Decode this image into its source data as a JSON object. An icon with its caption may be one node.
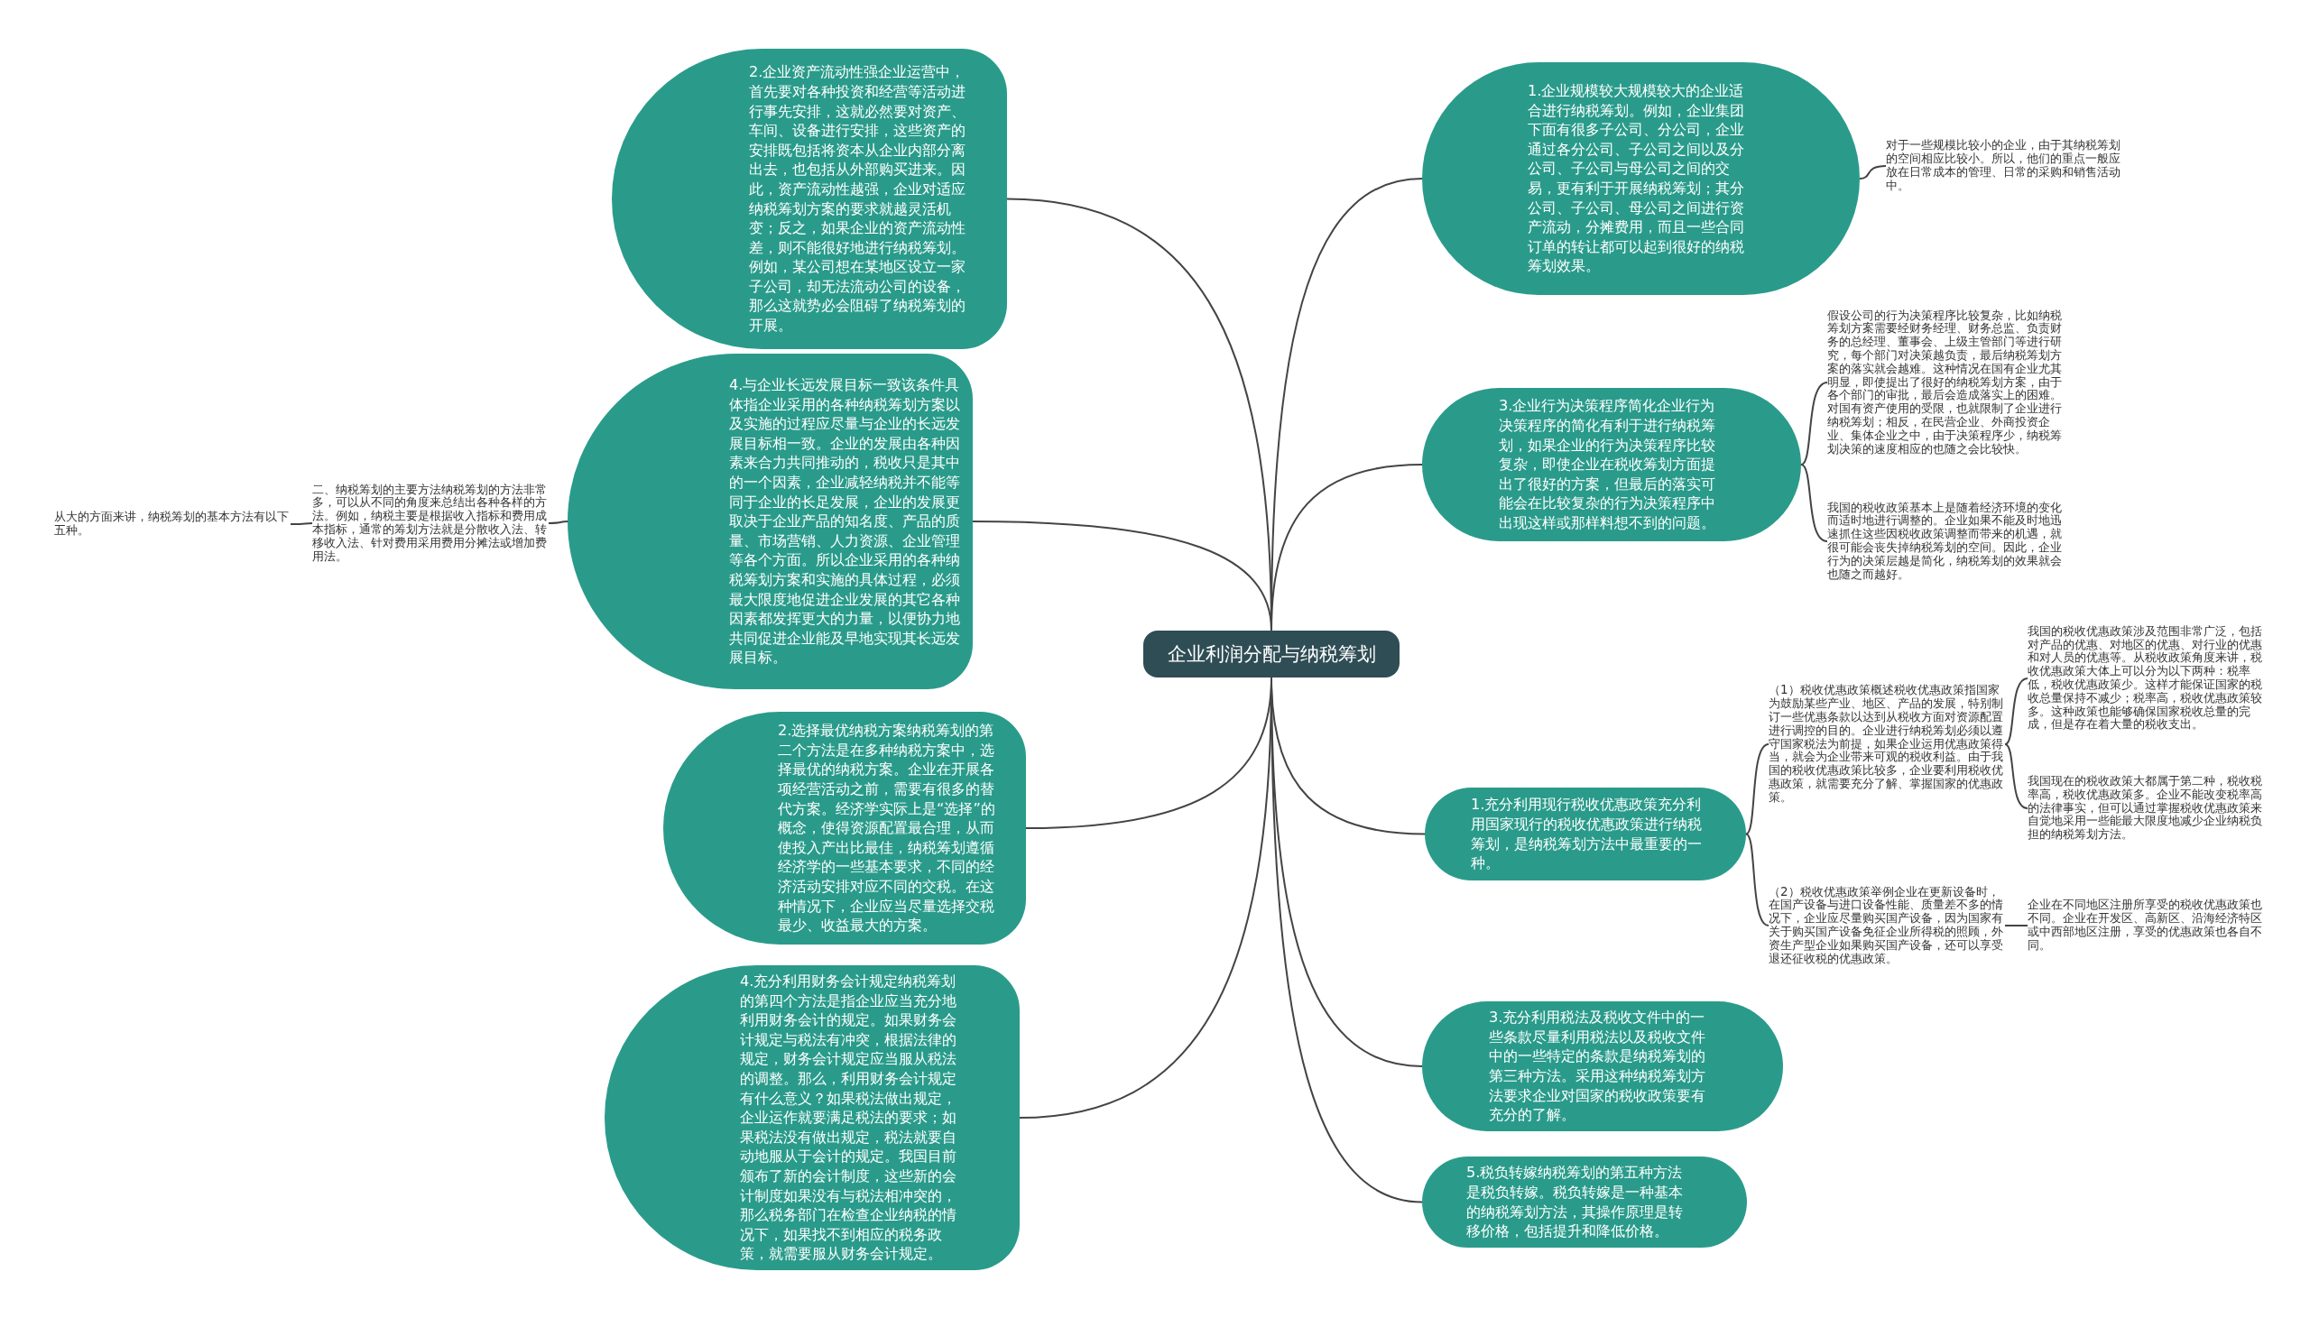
{
  "diagram": {
    "nodes": [
      {
        "text": [
          "企业利润分配与纳税筹划"
        ]
      },
      {
        "text": [
          "2.企业资产流动性强企业运营中，首先要对各种投资和经营等活动进行事先安排，这就必然要对资产、车间、设备进行安排，这些资产的安排既包括将资本从企业内部分离出去，也包括从外部购买进来。因此，资产流动性越强，企业对适应纳税筹划方案的要求就越灵活机变；反之，如果企业的资产流动性差，则不能很好地进行纳税筹划。例如，某公司想在某地区设立一家子公司，却无法流动公司的设备，那么这就势必会阻碍了纳税筹划的开展。"
        ]
      },
      {
        "text": [
          "4.与企业长远发展目标一致该条件具体指企业采用的各种纳税筹划方案以及实施的过程应尽量与企业的长远发展目标相一致。企业的发展由各种因素来合力共同推动的，税收只是其中的一个因素，企业减轻纳税并不能等同于企业的长足发展，企业的发展更取决于企业产品的知名度、产品的质量、市场营销、人力资源、企业管理等各个方面。所以企业采用的各种纳税筹划方案和实施的具体过程，必须最大限度地促进企业发展的其它各种因素都发挥更大的力量，以便协力地共同促进企业能及早地实现其长远发展目标。"
        ]
      },
      {
        "text": [
          "2.选择最优纳税方案纳税筹划的第二个方法是在多种纳税方案中，选择最优的纳税方案。企业在开展各项经营活动之前，需要有很多的替代方案。经济学实际上是“选择”的概念，使得资源配置最合理，从而使投入产出比最佳，纳税筹划遵循经济学的一些基本要求，不同的经济活动安排对应不同的交税。在这种情况下，企业应当尽量选择交税最少、收益最大的方案。"
        ]
      },
      {
        "text": [
          "4.充分利用财务会计规定纳税筹划的第四个方法是指企业应当充分地利用财务会计的规定。如果财务会计规定与税法有冲突，根据法律的规定，财务会计规定应当服从税法的调整。那么，利用财务会计规定有什么意义？如果税法做出规定，企业运作就要满足税法的要求；如果税法没有做出规定，税法就要自动地服从于会计的规定。我国目前颁布了新的会计制度，这些新的会计制度如果没有与税法相冲突的，那么税务部门在检查企业纳税的情况下，如果找不到相应的税务政策，就需要服从财务会计规定。"
        ]
      },
      {
        "text": [
          "二、纳税筹划的主要方法纳税筹划的方法非常多，可以从不同的角度来总结出各种各样的方法。例如，纳税主要是根据收入指标和费用成本指标，通常的筹划方法就是分散收入法、转移收入法、针对费用采用费用分摊法或增加费用法。"
        ]
      },
      {
        "text": [
          "从大的方面来讲，纳税筹划的基本方法有以下五种。"
        ]
      },
      {
        "text": [
          "1.企业规模较大规模较大的企业适合进行纳税筹划。例如，企业集团下面有很多子公司、分公司，企业通过各分公司、子公司之间以及分公司、子公司与母公司之间的交易，更有利于开展纳税筹划；其分公司、子公司、母公司之间进行资产流动，分摊费用，而且一些合同订单的转让都可以起到很好的纳税筹划效果。"
        ]
      },
      {
        "text": [
          "对于一些规模比较小的企业，由于其纳税筹划的空间相应比较小。所以，他们的重点一般应放在日常成本的管理、日常的采购和销售活动中。"
        ]
      },
      {
        "text": [
          "3.企业行为决策程序简化企业行为决策程序的简化有利于进行纳税筹划，如果企业的行为决策程序比较复杂，即使企业在税收筹划方面提出了很好的方案，但最后的落实可能会在比较复杂的行为决策程序中出现这样或那样料想不到的问题。"
        ]
      },
      {
        "text": [
          "假设公司的行为决策程序比较复杂，比如纳税筹划方案需要经财务经理、财务总监、负责财务的总经理、董事会、上级主管部门等进行研究，每个部门对决策越负责，最后纳税筹划方案的落实就会越难。这种情况在国有企业尤其明显，即使提出了很好的纳税筹划方案，由于各个部门的审批，最后会造成落实上的困难。对国有资产使用的受限，也就限制了企业进行纳税筹划；相反，在民营企业、外商投资企业、集体企业之中，由于决策程序少，纳税筹划决策的速度相应的也随之会比较快。"
        ]
      },
      {
        "text": [
          "我国的税收政策基本上是随着经济环境的变化而适时地进行调整的。企业如果不能及时地迅速抓住这些因税收政策调整而带来的机遇，就很可能会丧失掉纳税筹划的空间。因此，企业行为的决策层越是简化，纳税筹划的效果就会也随之而越好。"
        ]
      },
      {
        "text": [
          "1.充分利用现行税收优惠政策充分利用国家现行的税收优惠政策进行纳税筹划，是纳税筹划方法中最重要的一种。"
        ]
      },
      {
        "text": [
          "（1）税收优惠政策概述税收优惠政策指国家为鼓励某些产业、地区、产品的发展，特别制订一些优惠条款以达到从税收方面对资源配置进行调控的目的。企业进行纳税筹划必须以遵守国家税法为前提，如果企业运用优惠政策得当，就会为企业带来可观的税收利益。由于我国的税收优惠政策比较多，企业要利用税收优惠政策，就需要充分了解、掌握国家的优惠政策。"
        ]
      },
      {
        "text": [
          "我国的税收优惠政策涉及范围非常广泛，包括对产品的优惠、对地区的优惠、对行业的优惠和对人员的优惠等。从税收政策角度来讲，税收优惠政策大体上可以分为以下两种：税率低，税收优惠政策少。这样才能保证国家的税收总量保持不减少；税率高，税收优惠政策较多。这种政策也能够确保国家税收总量的完成，但是存在着大量的税收支出。"
        ]
      },
      {
        "text": [
          "我国现在的税收政策大都属于第二种，税收税率高，税收优惠政策多。企业不能改变税率高的法律事实，但可以通过掌握税收优惠政策来自觉地采用一些能最大限度地减少企业纳税负担的纳税筹划方法。"
        ]
      },
      {
        "text": [
          "（2）税收优惠政策举例企业在更新设备时，在国产设备与进口设备性能、质量差不多的情况下，企业应尽量购买国产设备，因为国家有关于购买国产设备免征企业所得税的照顾，外资生产型企业如果购买国产设备，还可以享受退还征收税的优惠政策。"
        ]
      },
      {
        "text": [
          "企业在不同地区注册所享受的税收优惠政策也不同。企业在开发区、高新区、沿海经济特区或中西部地区注册，享受的优惠政策也各自不同。"
        ]
      },
      {
        "text": [
          "3.充分利用税法及税收文件中的一些条款尽量利用税法以及税收文件中的一些特定的条款是纳税筹划的第三种方法。采用这种纳税筹划方法要求企业对国家的税收政策要有充分的了解。"
        ]
      },
      {
        "text": [
          "5.税负转嫁纳税筹划的第五种方法是税负转嫁。税负转嫁是一种基本的纳税筹划方法，其操作原理是转移价格，包括提升和降低价格。"
        ]
      }
    ],
    "edges": [
      {
        "from": 0,
        "to": 1,
        "arrow": "none"
      },
      {
        "from": 0,
        "to": 2,
        "arrow": "none"
      },
      {
        "from": 0,
        "to": 3,
        "arrow": "none"
      },
      {
        "from": 0,
        "to": 4,
        "arrow": "none"
      },
      {
        "from": 2,
        "to": 5,
        "arrow": "none"
      },
      {
        "from": 5,
        "to": 6,
        "arrow": "none"
      },
      {
        "from": 0,
        "to": 7,
        "arrow": "none"
      },
      {
        "from": 7,
        "to": 8,
        "arrow": "none"
      },
      {
        "from": 0,
        "to": 9,
        "arrow": "none"
      },
      {
        "from": 9,
        "to": 10,
        "arrow": "none"
      },
      {
        "from": 9,
        "to": 11,
        "arrow": "none"
      },
      {
        "from": 0,
        "to": 12,
        "arrow": "none"
      },
      {
        "from": 12,
        "to": 13,
        "arrow": "none"
      },
      {
        "from": 13,
        "to": 14,
        "arrow": "none"
      },
      {
        "from": 13,
        "to": 15,
        "arrow": "none"
      },
      {
        "from": 12,
        "to": 16,
        "arrow": "none"
      },
      {
        "from": 16,
        "to": 17,
        "arrow": "none"
      },
      {
        "from": 0,
        "to": 18,
        "arrow": "none"
      },
      {
        "from": 0,
        "to": 19,
        "arrow": "none"
      }
    ]
  }
}
